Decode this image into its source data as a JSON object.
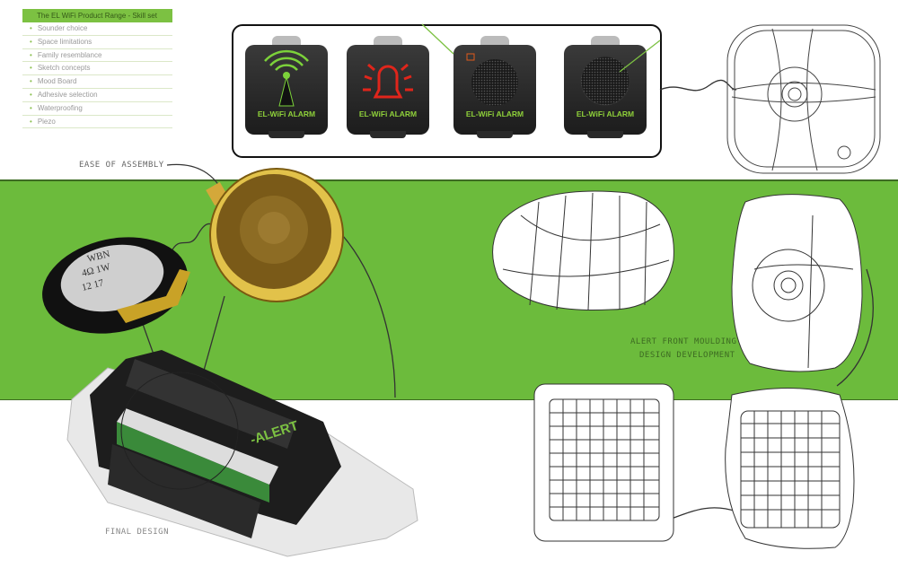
{
  "skills": {
    "title": "The EL WiFi Product Range - Skill set",
    "items": [
      "Sounder choice",
      "Space limitations",
      "Family resemblance",
      "Sketch concepts",
      "Mood Board",
      "Adhesive selection",
      "Waterproofing",
      "Piezo"
    ]
  },
  "products": [
    {
      "label": "EL-WiFi ALARM",
      "icon": "antenna-icon",
      "icon_color": "#7cd23a"
    },
    {
      "label": "EL-WiFi ALARM",
      "icon": "bell-icon",
      "icon_color": "#e0251b"
    },
    {
      "label": "EL-WiFi ALARM",
      "icon": "speaker-grille-icon",
      "icon_color": "#e05a1b"
    },
    {
      "label": "EL-WiFi ALARM",
      "icon": "speaker-grille-icon",
      "icon_color": "#444444"
    }
  ],
  "annotations": {
    "ease_of_assembly": "EASE OF ASSEMBLY",
    "alert_front_1": "ALERT FRONT MOULDING",
    "alert_front_2": "DESIGN DEVELOPMENT",
    "final_design": "FINAL DESIGN"
  },
  "speaker_label": {
    "line1": "WBN",
    "line2": "4Ω 1W",
    "line3": "12 17"
  },
  "device_logo": "-ALERT",
  "colors": {
    "band": "#6cbb3c",
    "accent": "#7cc142"
  }
}
